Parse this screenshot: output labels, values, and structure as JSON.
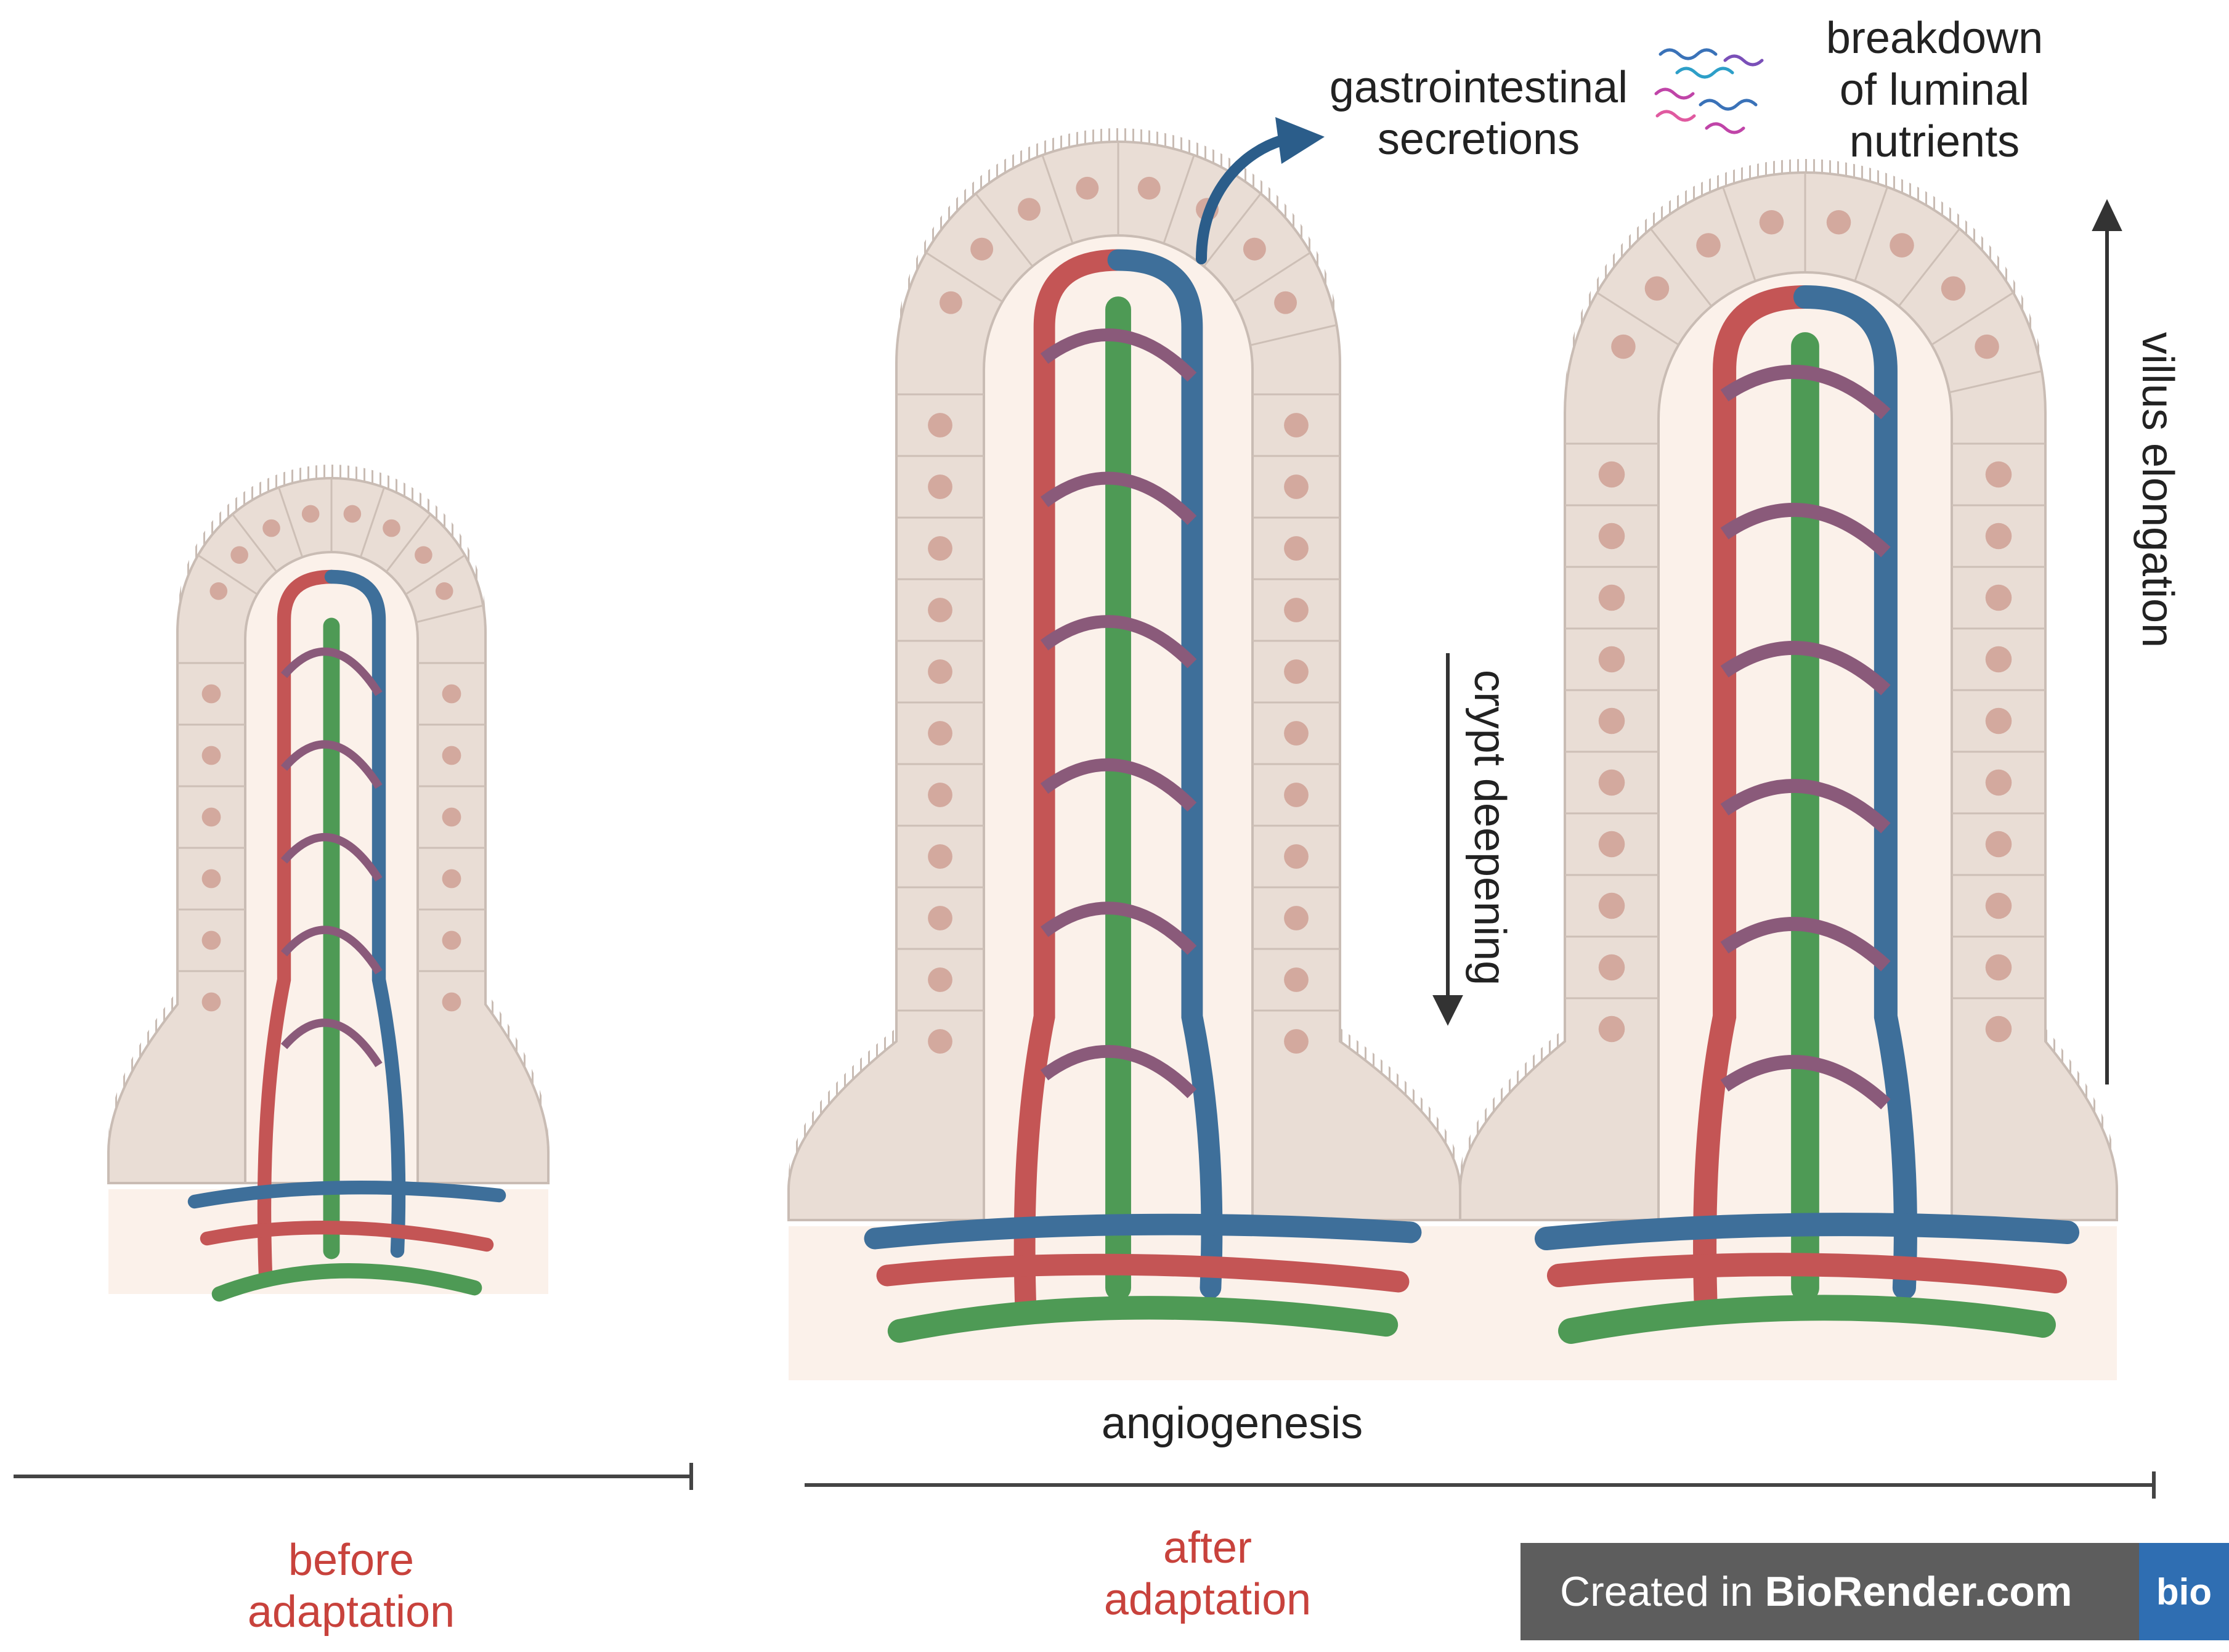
{
  "labels": {
    "gi_secretions": [
      "gastrointestinal",
      "secretions"
    ],
    "breakdown": [
      "breakdown",
      "of luminal",
      "nutrients"
    ],
    "villus_elongation": "villus elongation",
    "crypt_deepening": "crypt deepening",
    "angiogenesis": "angiogenesis",
    "before": [
      "before",
      "adaptation"
    ],
    "after": [
      "after",
      "adaptation"
    ]
  },
  "badge": {
    "prefix": "Created in ",
    "brand": "BioRender.com",
    "logo": "bio"
  },
  "icons": [
    "microbe-squiggles-icon",
    "curved-arrow-icon"
  ],
  "colors": {
    "artery": "#c45555",
    "vein": "#3e6f9a",
    "lacteal": "#4e9a55",
    "epithelium": "#e9ddd5",
    "nucleus": "#d3a99e",
    "lamina": "#fbf1ea",
    "label_red": "#c8423c"
  }
}
